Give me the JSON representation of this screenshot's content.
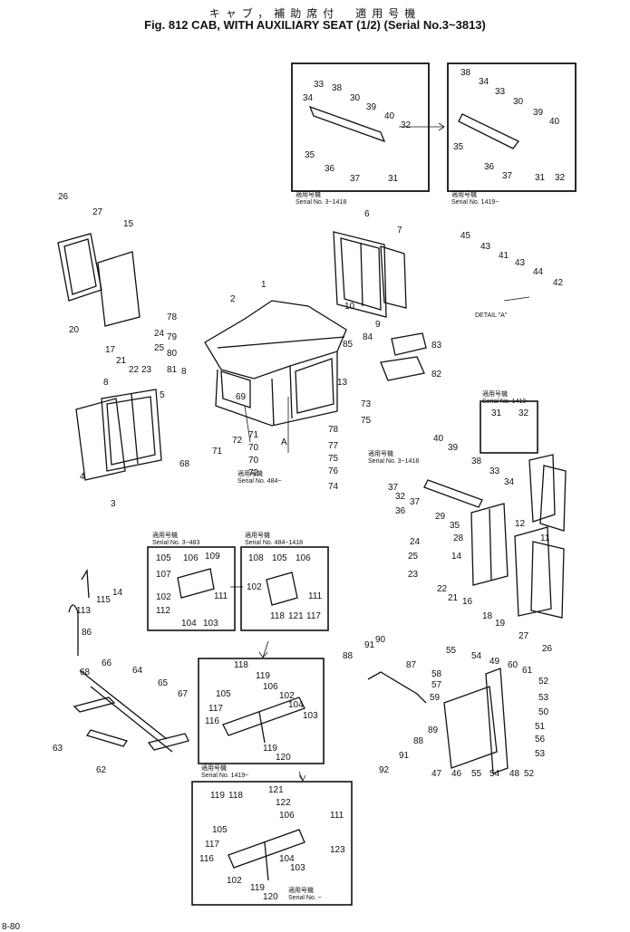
{
  "header": {
    "jp_title": "キャブ，補助席付　適用号機",
    "title": "Fig. 812 CAB, WITH AUXILIARY SEAT (1/2) (Serial No.3~3813)"
  },
  "captions": {
    "inset_top_left": "適用号機\nSerial No. 3~1418",
    "inset_top_right": "適用号機\nSerial No. 1419~",
    "detail_a": "DETAIL \"A\"",
    "cab_serial": "適用号機\nSerial No. 484~",
    "mid_right_top": "適用号機\nSerial No. 1419~",
    "mid_right": "適用号機\nSerial No. 3~1418",
    "lower_left": "適用号機\nSerial No. 3~483",
    "lower_mid": "適用号機\nSerial No. 484~1418",
    "lower_box": "適用号機\nSerial No. 1419~",
    "bottom_box": "適用号機\nSerial No. ~"
  },
  "labels": [
    {
      "id": "a1",
      "text": "33"
    },
    {
      "id": "a2",
      "text": "38"
    },
    {
      "id": "a3",
      "text": "34"
    },
    {
      "id": "a4",
      "text": "30"
    },
    {
      "id": "a5",
      "text": "39"
    },
    {
      "id": "a6",
      "text": "40"
    },
    {
      "id": "a7",
      "text": "32"
    },
    {
      "id": "a8",
      "text": "35"
    },
    {
      "id": "a9",
      "text": "36"
    },
    {
      "id": "a10",
      "text": "37"
    },
    {
      "id": "a11",
      "text": "31"
    },
    {
      "id": "b1",
      "text": "38"
    },
    {
      "id": "b2",
      "text": "34"
    },
    {
      "id": "b3",
      "text": "33"
    },
    {
      "id": "b4",
      "text": "30"
    },
    {
      "id": "b5",
      "text": "39"
    },
    {
      "id": "b6",
      "text": "40"
    },
    {
      "id": "b7",
      "text": "35"
    },
    {
      "id": "b8",
      "text": "36"
    },
    {
      "id": "b9",
      "text": "37"
    },
    {
      "id": "b10",
      "text": "31"
    },
    {
      "id": "b11",
      "text": "32"
    },
    {
      "id": "c1",
      "text": "26"
    },
    {
      "id": "c2",
      "text": "27"
    },
    {
      "id": "c3",
      "text": "15"
    },
    {
      "id": "c4",
      "text": "20"
    },
    {
      "id": "c5",
      "text": "17"
    },
    {
      "id": "c6",
      "text": "21"
    },
    {
      "id": "c7",
      "text": "22"
    },
    {
      "id": "c8",
      "text": "23"
    },
    {
      "id": "c9",
      "text": "24"
    },
    {
      "id": "c10",
      "text": "25"
    },
    {
      "id": "d1",
      "text": "1"
    },
    {
      "id": "d2",
      "text": "2"
    },
    {
      "id": "d3",
      "text": "78"
    },
    {
      "id": "d4",
      "text": "79"
    },
    {
      "id": "d5",
      "text": "80"
    },
    {
      "id": "d6",
      "text": "81"
    },
    {
      "id": "d7",
      "text": "8"
    },
    {
      "id": "d8",
      "text": "69"
    },
    {
      "id": "d9",
      "text": "85"
    },
    {
      "id": "d10",
      "text": "84"
    },
    {
      "id": "d11",
      "text": "13"
    },
    {
      "id": "d12",
      "text": "73"
    },
    {
      "id": "d13",
      "text": "75"
    },
    {
      "id": "d14",
      "text": "78"
    },
    {
      "id": "d15",
      "text": "77"
    },
    {
      "id": "d16",
      "text": "75"
    },
    {
      "id": "d17",
      "text": "76"
    },
    {
      "id": "d18",
      "text": "74"
    },
    {
      "id": "d19",
      "text": "71"
    },
    {
      "id": "d20",
      "text": "70"
    },
    {
      "id": "d21",
      "text": "72"
    },
    {
      "id": "d22",
      "text": "A"
    },
    {
      "id": "d23",
      "text": "70"
    },
    {
      "id": "d24",
      "text": "72"
    },
    {
      "id": "d25",
      "text": "71"
    },
    {
      "id": "d26",
      "text": "68"
    },
    {
      "id": "e1",
      "text": "6"
    },
    {
      "id": "e2",
      "text": "7"
    },
    {
      "id": "e3",
      "text": "10"
    },
    {
      "id": "e4",
      "text": "9"
    },
    {
      "id": "e5",
      "text": "83"
    },
    {
      "id": "e6",
      "text": "82"
    },
    {
      "id": "f1",
      "text": "45"
    },
    {
      "id": "f2",
      "text": "43"
    },
    {
      "id": "f3",
      "text": "41"
    },
    {
      "id": "f4",
      "text": "43"
    },
    {
      "id": "f5",
      "text": "44"
    },
    {
      "id": "f6",
      "text": "42"
    },
    {
      "id": "g1",
      "text": "8"
    },
    {
      "id": "g2",
      "text": "5"
    },
    {
      "id": "g3",
      "text": "4"
    },
    {
      "id": "g4",
      "text": "3"
    },
    {
      "id": "h1",
      "text": "31"
    },
    {
      "id": "h2",
      "text": "32"
    },
    {
      "id": "h3",
      "text": "40"
    },
    {
      "id": "h4",
      "text": "39"
    },
    {
      "id": "h5",
      "text": "38"
    },
    {
      "id": "h6",
      "text": "33"
    },
    {
      "id": "h7",
      "text": "34"
    },
    {
      "id": "h8",
      "text": "37"
    },
    {
      "id": "h9",
      "text": "32"
    },
    {
      "id": "h10",
      "text": "37"
    },
    {
      "id": "h11",
      "text": "36"
    },
    {
      "id": "h12",
      "text": "29"
    },
    {
      "id": "h13",
      "text": "35"
    },
    {
      "id": "h14",
      "text": "12"
    },
    {
      "id": "h15",
      "text": "11"
    },
    {
      "id": "i1",
      "text": "24"
    },
    {
      "id": "i2",
      "text": "28"
    },
    {
      "id": "i3",
      "text": "25"
    },
    {
      "id": "i4",
      "text": "14"
    },
    {
      "id": "i5",
      "text": "23"
    },
    {
      "id": "i6",
      "text": "22"
    },
    {
      "id": "i7",
      "text": "21"
    },
    {
      "id": "i8",
      "text": "16"
    },
    {
      "id": "i9",
      "text": "18"
    },
    {
      "id": "i10",
      "text": "19"
    },
    {
      "id": "i11",
      "text": "27"
    },
    {
      "id": "i12",
      "text": "26"
    },
    {
      "id": "j1",
      "text": "105"
    },
    {
      "id": "j2",
      "text": "106"
    },
    {
      "id": "j3",
      "text": "109"
    },
    {
      "id": "j4",
      "text": "107"
    },
    {
      "id": "j5",
      "text": "102"
    },
    {
      "id": "j6",
      "text": "111"
    },
    {
      "id": "j7",
      "text": "112"
    },
    {
      "id": "j8",
      "text": "104"
    },
    {
      "id": "j9",
      "text": "103"
    },
    {
      "id": "k1",
      "text": "108"
    },
    {
      "id": "k2",
      "text": "105"
    },
    {
      "id": "k3",
      "text": "106"
    },
    {
      "id": "k4",
      "text": "102"
    },
    {
      "id": "k5",
      "text": "111"
    },
    {
      "id": "k6",
      "text": "118"
    },
    {
      "id": "k7",
      "text": "121"
    },
    {
      "id": "k8",
      "text": "117"
    },
    {
      "id": "l1",
      "text": "113"
    },
    {
      "id": "l2",
      "text": "115"
    },
    {
      "id": "l3",
      "text": "14"
    },
    {
      "id": "l4",
      "text": "86"
    },
    {
      "id": "m1",
      "text": "68"
    },
    {
      "id": "m2",
      "text": "66"
    },
    {
      "id": "m3",
      "text": "64"
    },
    {
      "id": "m4",
      "text": "65"
    },
    {
      "id": "m5",
      "text": "67"
    },
    {
      "id": "m6",
      "text": "63"
    },
    {
      "id": "m7",
      "text": "62"
    },
    {
      "id": "n1",
      "text": "118"
    },
    {
      "id": "n2",
      "text": "119"
    },
    {
      "id": "n3",
      "text": "105"
    },
    {
      "id": "n4",
      "text": "106"
    },
    {
      "id": "n5",
      "text": "102"
    },
    {
      "id": "n6",
      "text": "117"
    },
    {
      "id": "n7",
      "text": "104"
    },
    {
      "id": "n8",
      "text": "116"
    },
    {
      "id": "n9",
      "text": "103"
    },
    {
      "id": "n10",
      "text": "119"
    },
    {
      "id": "n11",
      "text": "120"
    },
    {
      "id": "o1",
      "text": "119"
    },
    {
      "id": "o2",
      "text": "118"
    },
    {
      "id": "o3",
      "text": "121"
    },
    {
      "id": "o4",
      "text": "122"
    },
    {
      "id": "o5",
      "text": "106"
    },
    {
      "id": "o6",
      "text": "111"
    },
    {
      "id": "o7",
      "text": "105"
    },
    {
      "id": "o8",
      "text": "117"
    },
    {
      "id": "o9",
      "text": "123"
    },
    {
      "id": "o10",
      "text": "116"
    },
    {
      "id": "o11",
      "text": "104"
    },
    {
      "id": "o12",
      "text": "103"
    },
    {
      "id": "o13",
      "text": "102"
    },
    {
      "id": "o14",
      "text": "119"
    },
    {
      "id": "o15",
      "text": "120"
    },
    {
      "id": "p1",
      "text": "88"
    },
    {
      "id": "p2",
      "text": "91"
    },
    {
      "id": "p3",
      "text": "90"
    },
    {
      "id": "p4",
      "text": "87"
    },
    {
      "id": "p5",
      "text": "89"
    },
    {
      "id": "p6",
      "text": "88"
    },
    {
      "id": "p7",
      "text": "91"
    },
    {
      "id": "p8",
      "text": "92"
    },
    {
      "id": "q1",
      "text": "55"
    },
    {
      "id": "q2",
      "text": "54"
    },
    {
      "id": "q3",
      "text": "49"
    },
    {
      "id": "q4",
      "text": "60"
    },
    {
      "id": "q5",
      "text": "61"
    },
    {
      "id": "q6",
      "text": "58"
    },
    {
      "id": "q7",
      "text": "52"
    },
    {
      "id": "q8",
      "text": "57"
    },
    {
      "id": "q9",
      "text": "59"
    },
    {
      "id": "q10",
      "text": "53"
    },
    {
      "id": "q11",
      "text": "50"
    },
    {
      "id": "q12",
      "text": "51"
    },
    {
      "id": "q13",
      "text": "56"
    },
    {
      "id": "q14",
      "text": "53"
    },
    {
      "id": "q15",
      "text": "47"
    },
    {
      "id": "q16",
      "text": "46"
    },
    {
      "id": "q17",
      "text": "55"
    },
    {
      "id": "q18",
      "text": "54"
    },
    {
      "id": "q19",
      "text": "48"
    },
    {
      "id": "q20",
      "text": "52"
    }
  ],
  "page_number": "8-80"
}
